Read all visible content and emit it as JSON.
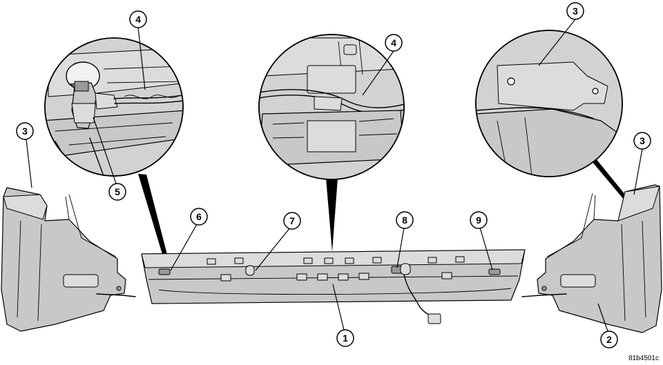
{
  "reference_code": "81b4501c",
  "callouts": [
    {
      "id": "c1",
      "label": "1"
    },
    {
      "id": "c2",
      "label": "2"
    },
    {
      "id": "c3a",
      "label": "3"
    },
    {
      "id": "c3b",
      "label": "3"
    },
    {
      "id": "c3c",
      "label": "3"
    },
    {
      "id": "c4a",
      "label": "4"
    },
    {
      "id": "c4b",
      "label": "4"
    },
    {
      "id": "c5",
      "label": "5"
    },
    {
      "id": "c6",
      "label": "6"
    },
    {
      "id": "c7",
      "label": "7"
    },
    {
      "id": "c8",
      "label": "8"
    },
    {
      "id": "c9",
      "label": "9"
    }
  ]
}
